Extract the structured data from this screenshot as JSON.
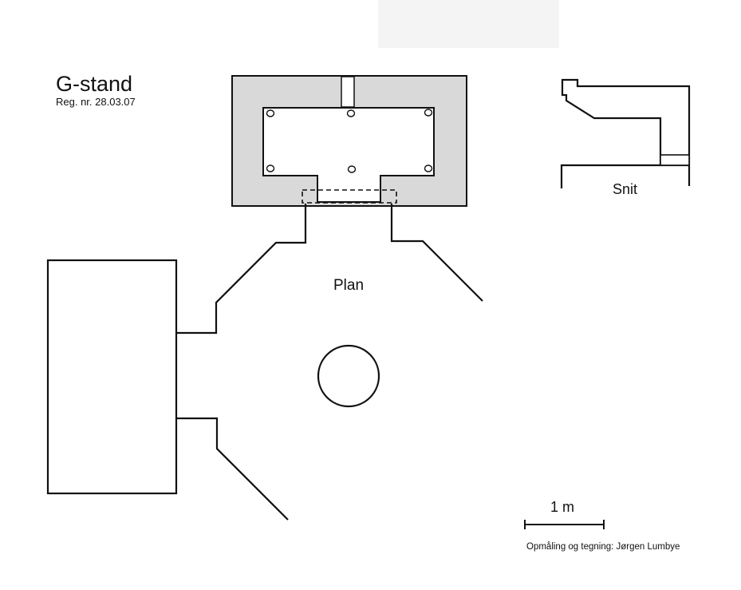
{
  "title": "G-stand",
  "reg_number": "Reg. nr. 28.03.07",
  "plan_label": "Plan",
  "section_label": "Snit",
  "scale_label": "1 m",
  "credit": "Opmåling og tegning: Jørgen Lumbye",
  "colors": {
    "ink": "#111111",
    "wall_fill": "#d9d9d9",
    "background": "#ffffff"
  }
}
